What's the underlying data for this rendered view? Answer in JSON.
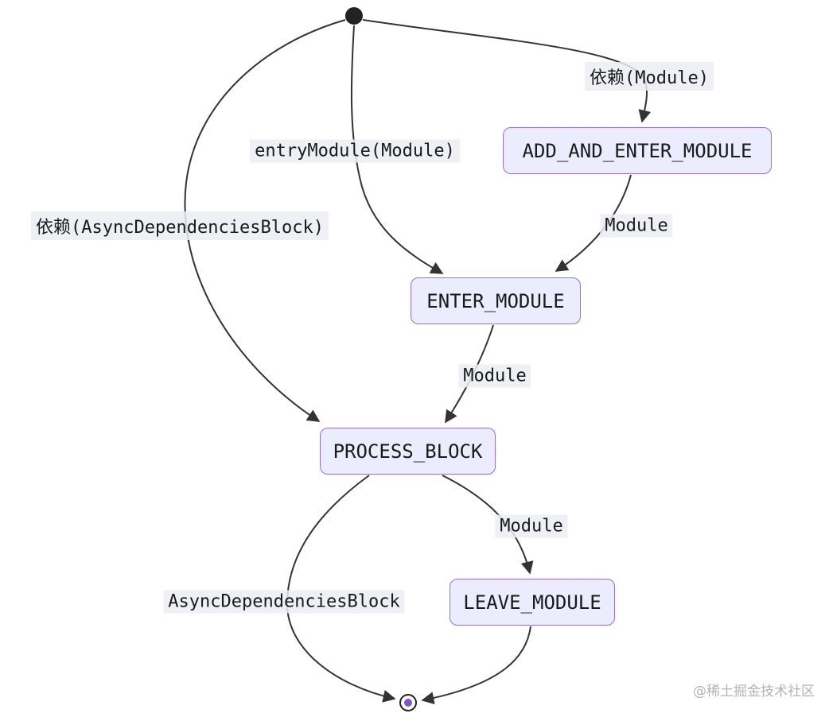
{
  "nodes": {
    "add_and_enter_module": "ADD_AND_ENTER_MODULE",
    "enter_module": "ENTER_MODULE",
    "process_block": "PROCESS_BLOCK",
    "leave_module": "LEAVE_MODULE"
  },
  "edges": {
    "start_to_add_and_enter": {
      "label": "依赖(Module)"
    },
    "start_to_enter": {
      "label": "entryModule(Module)"
    },
    "start_to_process": {
      "label": "依赖(AsyncDependenciesBlock)"
    },
    "add_and_enter_to_enter": {
      "label": "Module"
    },
    "enter_to_process": {
      "label": "Module"
    },
    "process_to_leave": {
      "label": "Module"
    },
    "process_to_end": {
      "label": "AsyncDependenciesBlock"
    }
  },
  "colors": {
    "node_fill": "#ECECFF",
    "node_border": "#9370DB",
    "edge_stroke": "#333333",
    "start_node_fill": "#222222",
    "end_node_inner": "#7E57C2",
    "edge_label_background": "#ECECF5"
  },
  "watermark": "@稀土掘金技术社区"
}
